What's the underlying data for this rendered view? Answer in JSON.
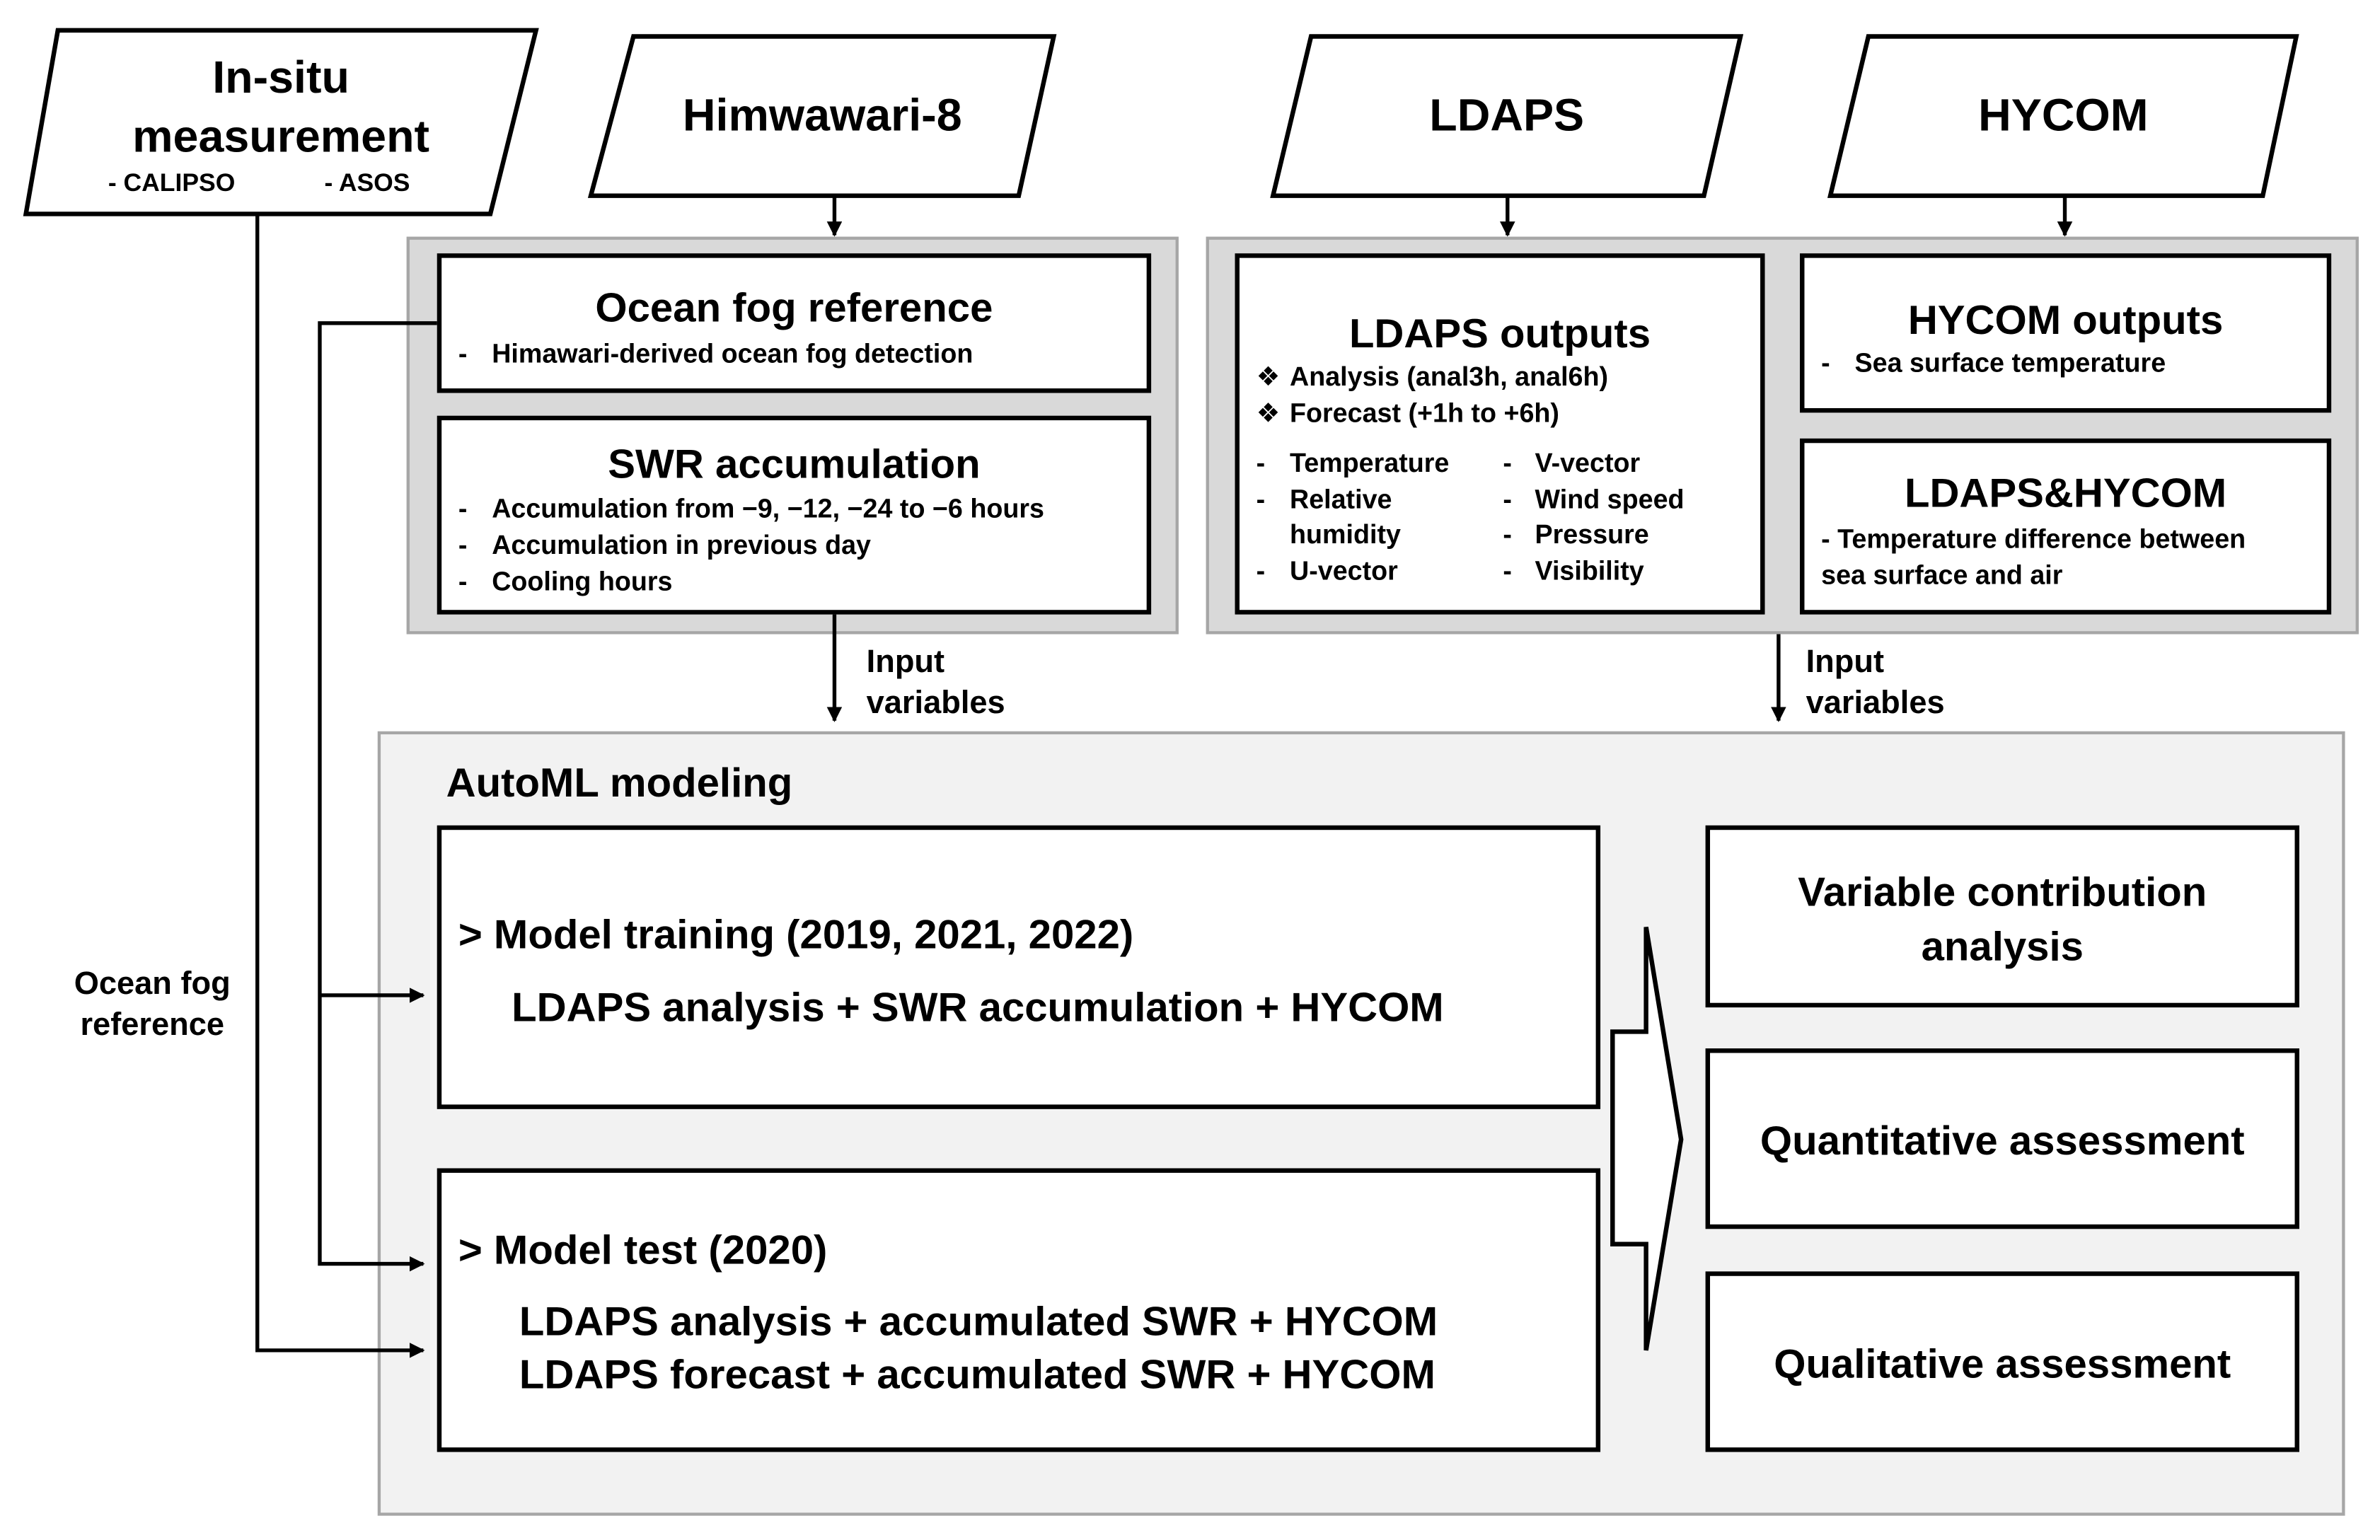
{
  "sources": {
    "insitu": {
      "title_line1": "In-situ",
      "title_line2": "measurement",
      "item1": "-  CALIPSO",
      "item2": "- ASOS"
    },
    "himawari": {
      "title": "Himwawari-8"
    },
    "ldaps": {
      "title": "LDAPS"
    },
    "hycom": {
      "title": "HYCOM"
    }
  },
  "ocean_fog_reference": {
    "title": "Ocean fog reference",
    "items": [
      "Himawari-derived ocean fog detection"
    ]
  },
  "swr_accumulation": {
    "title": "SWR accumulation",
    "items": [
      "Accumulation from −9, −12, −24 to −6 hours",
      "Accumulation in previous day",
      "Cooling hours"
    ]
  },
  "ldaps_outputs": {
    "title": "LDAPS outputs",
    "bullets": [
      "Analysis (anal3h, anal6h)",
      "Forecast (+1h to +6h)"
    ],
    "bullet_symbol": "❖",
    "vars_left": [
      "Temperature",
      "Relative",
      "humidity",
      "U-vector"
    ],
    "vars_right": [
      "V-vector",
      "Wind speed",
      "Pressure",
      "Visibility"
    ]
  },
  "hycom_outputs": {
    "title": "HYCOM outputs",
    "items": [
      "Sea surface temperature"
    ]
  },
  "ldaps_hycom": {
    "title": "LDAPS&HYCOM",
    "line1": "- Temperature difference between",
    "line2": "sea surface and air"
  },
  "arrows": {
    "input_vars_line1": "Input",
    "input_vars_line2": "variables",
    "ocean_fog_ref_line1": "Ocean fog",
    "ocean_fog_ref_line2": "reference"
  },
  "automl": {
    "title": "AutoML modeling",
    "training": {
      "heading": "> Model training (2019, 2021, 2022)",
      "line": "LDAPS analysis + SWR accumulation + HYCOM"
    },
    "test": {
      "heading": "> Model test (2020)",
      "line1": "LDAPS analysis + accumulated SWR + HYCOM",
      "line2": "LDAPS forecast + accumulated SWR + HYCOM"
    },
    "outputs": {
      "variable_contribution_line1": "Variable contribution",
      "variable_contribution_line2": "analysis",
      "quantitative": "Quantitative assessment",
      "qualitative": "Qualitative assessment"
    }
  },
  "colors": {
    "panel_gray": "#d9d9d9",
    "panel_border": "#a6a6a6",
    "automl_bg": "#f2f2f2",
    "line": "#000000"
  }
}
